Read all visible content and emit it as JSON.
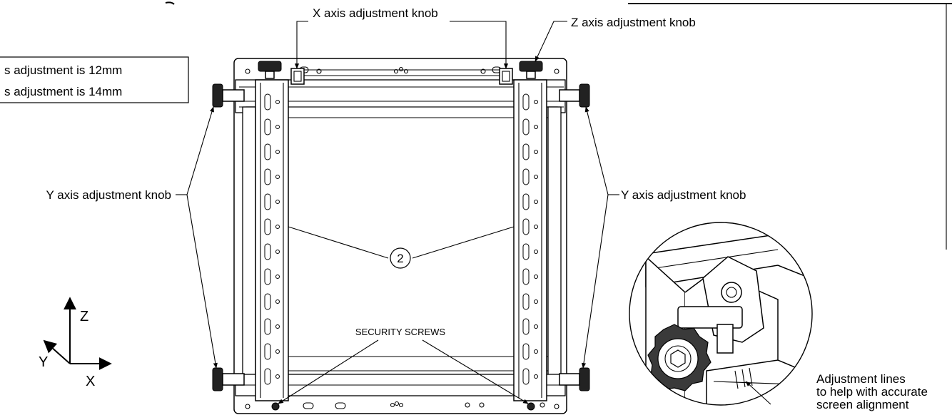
{
  "note_box": {
    "line1": "s adjustment is 12mm",
    "line2": "s adjustment is 14mm"
  },
  "callouts": {
    "x_knob": "X axis adjustment knob",
    "z_knob": "Z axis adjustment knob",
    "y_knob_left": "Y axis adjustment knob",
    "y_knob_right": "Y axis adjustment knob",
    "item_number": "2",
    "security_screws": "SECURITY SCREWS"
  },
  "detail_caption": {
    "line1": "Adjustment lines",
    "line2": "to help with accurate",
    "line3": "screen alignment"
  },
  "axes": {
    "z": "Z",
    "y": "Y",
    "x": "X"
  }
}
